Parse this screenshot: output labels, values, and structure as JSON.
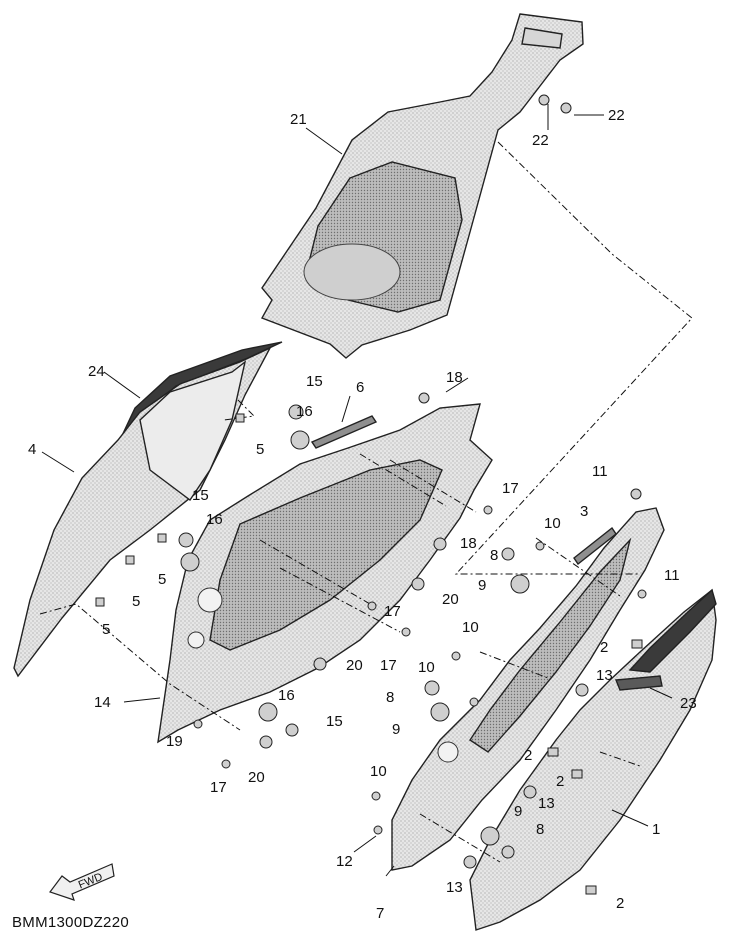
{
  "diagram": {
    "reference_code": "BMM1300DZ220",
    "fwd_label": "FWD",
    "callouts": [
      {
        "id": "c21",
        "label": "21"
      },
      {
        "id": "c22a",
        "label": "22"
      },
      {
        "id": "c22b",
        "label": "22"
      },
      {
        "id": "c24",
        "label": "24"
      },
      {
        "id": "c4",
        "label": "4"
      },
      {
        "id": "c5a",
        "label": "5"
      },
      {
        "id": "c5b",
        "label": "5"
      },
      {
        "id": "c5c",
        "label": "5"
      },
      {
        "id": "c5d",
        "label": "5"
      },
      {
        "id": "c15a",
        "label": "15"
      },
      {
        "id": "c16a",
        "label": "16"
      },
      {
        "id": "c6",
        "label": "6"
      },
      {
        "id": "c18a",
        "label": "18"
      },
      {
        "id": "c17a",
        "label": "17"
      },
      {
        "id": "c18b",
        "label": "18"
      },
      {
        "id": "c15b",
        "label": "15"
      },
      {
        "id": "c16b",
        "label": "16"
      },
      {
        "id": "c17b",
        "label": "17"
      },
      {
        "id": "c20a",
        "label": "20"
      },
      {
        "id": "c17c",
        "label": "17"
      },
      {
        "id": "c20b",
        "label": "20"
      },
      {
        "id": "c14",
        "label": "14"
      },
      {
        "id": "c16c",
        "label": "16"
      },
      {
        "id": "c15c",
        "label": "15"
      },
      {
        "id": "c19",
        "label": "19"
      },
      {
        "id": "c20c",
        "label": "20"
      },
      {
        "id": "c17d",
        "label": "17"
      },
      {
        "id": "c11a",
        "label": "11"
      },
      {
        "id": "c3",
        "label": "3"
      },
      {
        "id": "c10a",
        "label": "10"
      },
      {
        "id": "c8a",
        "label": "8"
      },
      {
        "id": "c9a",
        "label": "9"
      },
      {
        "id": "c11b",
        "label": "11"
      },
      {
        "id": "c10b",
        "label": "10"
      },
      {
        "id": "c10c",
        "label": "10"
      },
      {
        "id": "c2a",
        "label": "2"
      },
      {
        "id": "c13a",
        "label": "13"
      },
      {
        "id": "c23",
        "label": "23"
      },
      {
        "id": "c8b",
        "label": "8"
      },
      {
        "id": "c9b",
        "label": "9"
      },
      {
        "id": "c2b",
        "label": "2"
      },
      {
        "id": "c2c",
        "label": "2"
      },
      {
        "id": "c13b",
        "label": "13"
      },
      {
        "id": "c1",
        "label": "1"
      },
      {
        "id": "c10d",
        "label": "10"
      },
      {
        "id": "c9c",
        "label": "9"
      },
      {
        "id": "c8c",
        "label": "8"
      },
      {
        "id": "c12",
        "label": "12"
      },
      {
        "id": "c13c",
        "label": "13"
      },
      {
        "id": "c7",
        "label": "7"
      },
      {
        "id": "c2d",
        "label": "2"
      }
    ]
  }
}
